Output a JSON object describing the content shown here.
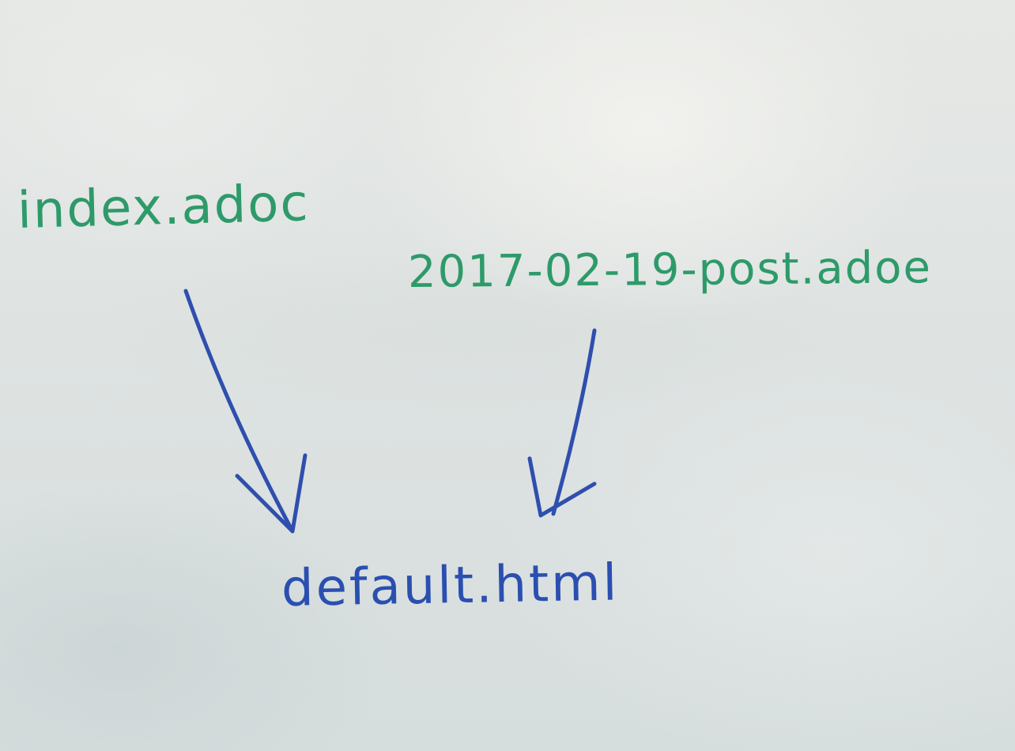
{
  "diagram": {
    "nodes": [
      {
        "id": "index",
        "text": "index.adoc",
        "color": "#2e9a6a"
      },
      {
        "id": "post",
        "text": "2017-02-19-post.adoe",
        "color": "#2e9a6a"
      },
      {
        "id": "default",
        "text": "default.html",
        "color": "#2b4fb0"
      }
    ],
    "edges": [
      {
        "from": "index",
        "to": "default",
        "color": "#2f4fae"
      },
      {
        "from": "post",
        "to": "default",
        "color": "#2f4fae"
      }
    ]
  }
}
